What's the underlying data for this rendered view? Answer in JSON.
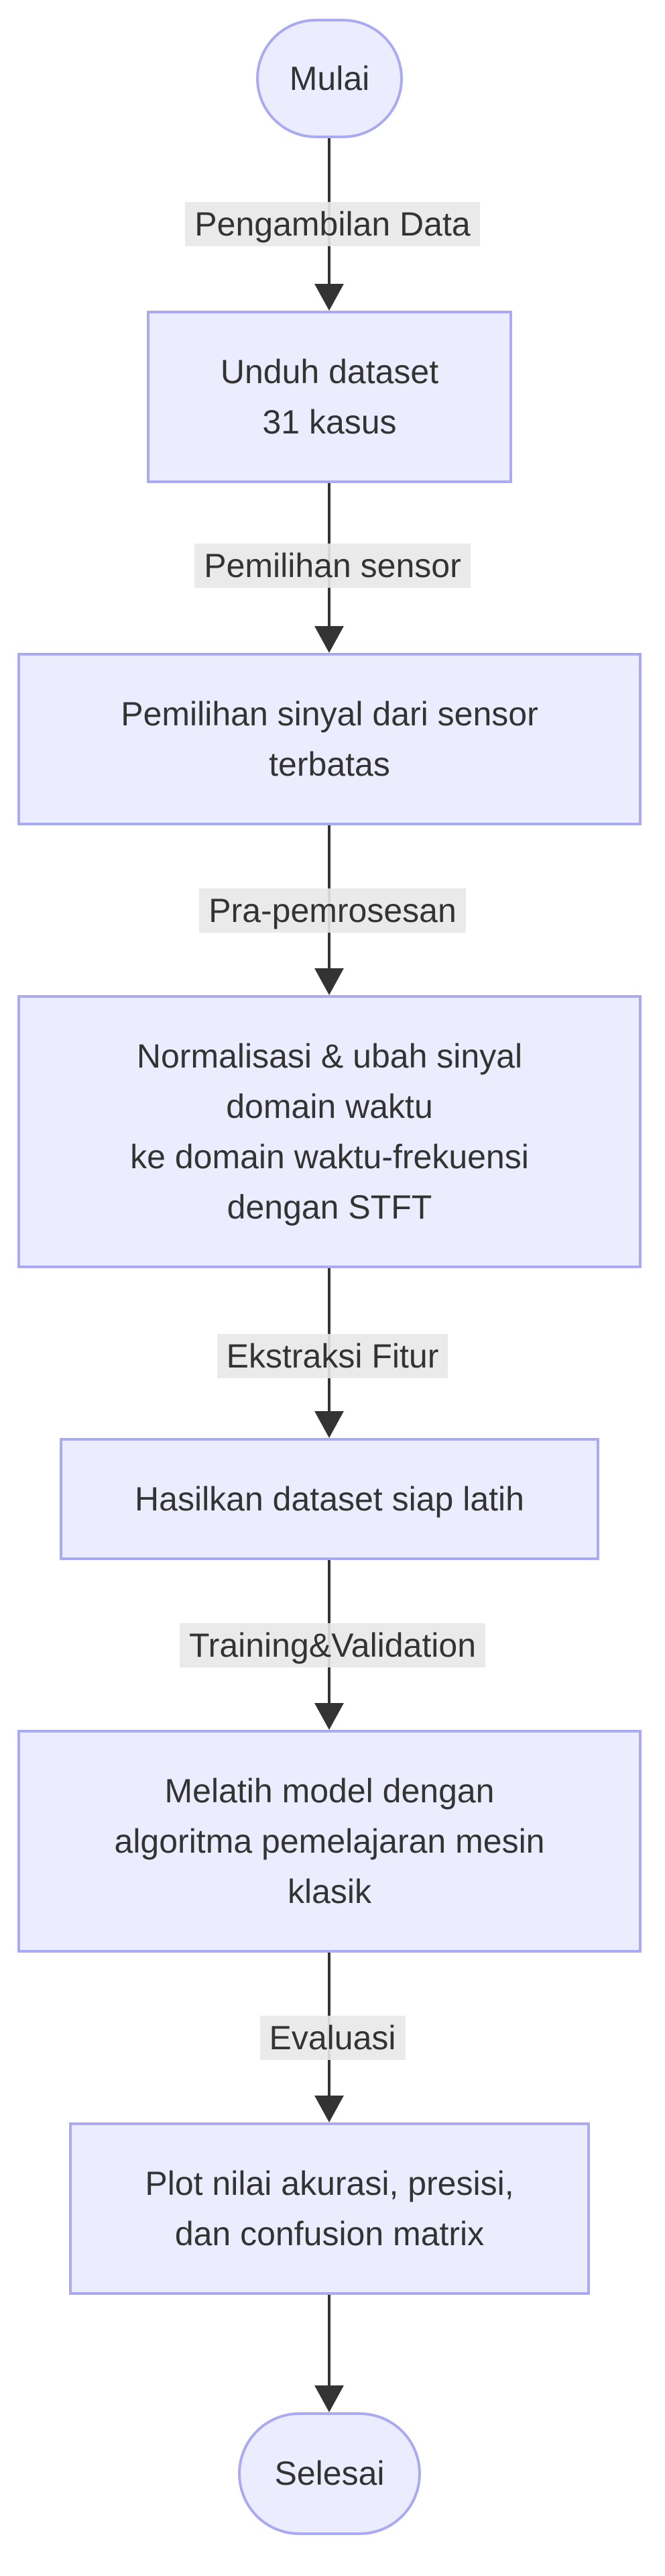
{
  "diagram": {
    "type": "flowchart-vertical",
    "nodes": [
      {
        "id": "start",
        "shape": "stadium",
        "lines": [
          "Mulai"
        ]
      },
      {
        "id": "download",
        "shape": "process",
        "lines": [
          "Unduh dataset",
          "31 kasus"
        ]
      },
      {
        "id": "selection",
        "shape": "process",
        "lines": [
          "Pemilihan sinyal dari sensor",
          "terbatas"
        ]
      },
      {
        "id": "preprocess",
        "shape": "process",
        "lines": [
          "Normalisasi & ubah sinyal",
          "domain waktu",
          "ke domain waktu-frekuensi",
          "dengan STFT"
        ]
      },
      {
        "id": "dataset",
        "shape": "process",
        "lines": [
          "Hasilkan dataset siap latih"
        ]
      },
      {
        "id": "training",
        "shape": "process",
        "lines": [
          "Melatih model dengan",
          "algoritma pemelajaran mesin",
          "klasik"
        ]
      },
      {
        "id": "evaluation",
        "shape": "process",
        "lines": [
          "Plot nilai akurasi, presisi,",
          "dan confusion matrix"
        ]
      },
      {
        "id": "end",
        "shape": "stadium",
        "lines": [
          "Selesai"
        ]
      }
    ],
    "edges": [
      {
        "from": "start",
        "to": "download",
        "label": "Pengambilan Data"
      },
      {
        "from": "download",
        "to": "selection",
        "label": "Pemilihan sensor"
      },
      {
        "from": "selection",
        "to": "preprocess",
        "label": "Pra-pemrosesan"
      },
      {
        "from": "preprocess",
        "to": "dataset",
        "label": "Ekstraksi Fitur"
      },
      {
        "from": "dataset",
        "to": "training",
        "label": "Training&Validation"
      },
      {
        "from": "training",
        "to": "evaluation",
        "label": "Evaluasi"
      },
      {
        "from": "evaluation",
        "to": "end",
        "label": ""
      }
    ],
    "colors": {
      "background": "#FFFFFF",
      "node_fill": "#ECECFF",
      "node_border": "#AAAAF2",
      "text": "#333333",
      "arrow": "#333333",
      "edge_label_bg": "#E8E8E8"
    }
  }
}
